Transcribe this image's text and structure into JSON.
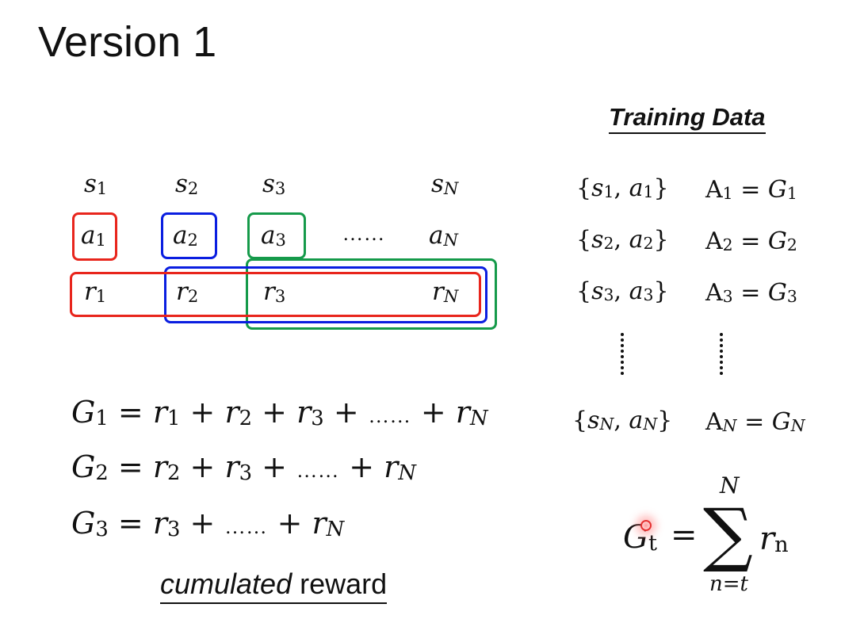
{
  "slide": {
    "title": "Version 1"
  },
  "grid": {
    "states": [
      "s",
      "s",
      "s",
      "s"
    ],
    "state_subs": [
      "1",
      "2",
      "3",
      "N"
    ],
    "actions": [
      "a",
      "a",
      "a",
      "a"
    ],
    "action_subs": [
      "1",
      "2",
      "3",
      "N"
    ],
    "rewards": [
      "r",
      "r",
      "r",
      "r"
    ],
    "reward_subs": [
      "1",
      "2",
      "3",
      "N"
    ],
    "ellipsis": "……"
  },
  "colors": {
    "red": "#e8251c",
    "blue": "#0a1ee0",
    "green": "#159a4a",
    "text": "#111111"
  },
  "equations": {
    "g1": {
      "lhs": "G",
      "lhs_sub": "1",
      "eq": "=",
      "terms": [
        "r",
        "r",
        "r"
      ],
      "term_subs": [
        "1",
        "2",
        "3"
      ],
      "dots": "……",
      "last": "r",
      "last_sub": "N",
      "plus": "+"
    },
    "g2": {
      "lhs": "G",
      "lhs_sub": "2",
      "eq": "=",
      "terms": [
        "r",
        "r"
      ],
      "term_subs": [
        "2",
        "3"
      ],
      "dots": "……",
      "last": "r",
      "last_sub": "N",
      "plus": "+"
    },
    "g3": {
      "lhs": "G",
      "lhs_sub": "3",
      "eq": "=",
      "terms": [
        "r"
      ],
      "term_subs": [
        "3"
      ],
      "dots": "……",
      "last": "r",
      "last_sub": "N",
      "plus": "+"
    }
  },
  "caption": {
    "italic": "cumulated",
    "normal": " reward"
  },
  "training": {
    "title": "Training Data",
    "rows": [
      {
        "s": "s",
        "s_sub": "1",
        "a": "a",
        "a_sub": "1",
        "A": "A",
        "A_sub": "1",
        "eq": "=",
        "G": "G",
        "G_sub": "1"
      },
      {
        "s": "s",
        "s_sub": "2",
        "a": "a",
        "a_sub": "2",
        "A": "A",
        "A_sub": "2",
        "eq": "=",
        "G": "G",
        "G_sub": "2"
      },
      {
        "s": "s",
        "s_sub": "3",
        "a": "a",
        "a_sub": "3",
        "A": "A",
        "A_sub": "3",
        "eq": "=",
        "G": "G",
        "G_sub": "3"
      },
      {
        "s": "s",
        "s_sub": "N",
        "a": "a",
        "a_sub": "N",
        "A": "A",
        "A_sub": "N",
        "eq": "=",
        "G": "G",
        "G_sub": "N"
      }
    ]
  },
  "formula": {
    "lhs": "G",
    "lhs_sub": "t",
    "eq": "=",
    "sigma": "∑",
    "upper": "N",
    "lower": "n=t",
    "term": "r",
    "term_sub": "n"
  }
}
